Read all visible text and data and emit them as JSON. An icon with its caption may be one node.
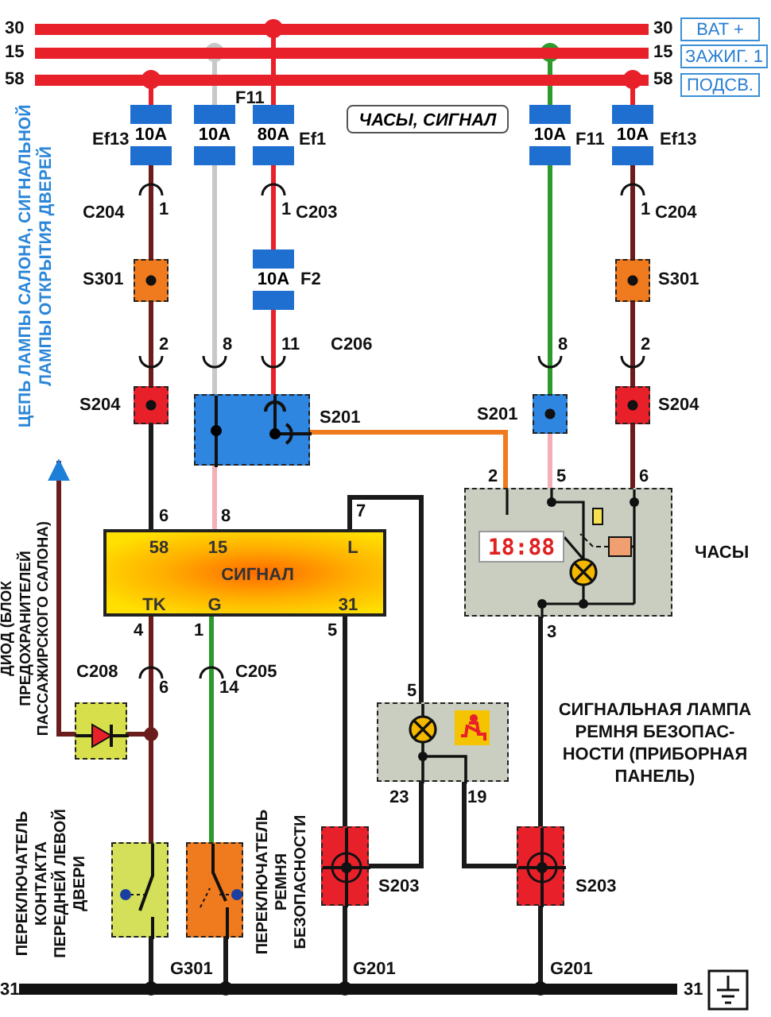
{
  "diagram": {
    "nodes": [
      {
        "text": [
          "10A"
        ],
        "beside": [
          "Ef13"
        ]
      },
      {
        "text": [
          "10A"
        ],
        "beside": [
          "F11"
        ]
      },
      {
        "text": [
          "80A"
        ],
        "beside": [
          "Ef1"
        ]
      },
      {
        "text": [
          "10A"
        ],
        "beside": [
          "F11"
        ]
      },
      {
        "text": [
          "10A"
        ],
        "beside": [
          "Ef13"
        ]
      },
      {
        "text": [
          "10A"
        ],
        "beside": [
          "F2"
        ]
      },
      {
        "text": [],
        "shape": "box",
        "beside": [
          "S301"
        ]
      },
      {
        "text": [],
        "shape": "box",
        "beside": [
          "S301"
        ]
      },
      {
        "text": [],
        "shape": "box",
        "beside": [
          "S204"
        ]
      },
      {
        "text": [],
        "shape": "box",
        "beside": [
          "S204"
        ]
      },
      {
        "text": [],
        "shape": "box",
        "beside": [
          "S201"
        ]
      },
      {
        "text": [],
        "shape": "box",
        "beside": [
          "S201"
        ]
      },
      {
        "text": [
          "58",
          "15",
          "L",
          "СИГНАЛ",
          "TK",
          "G",
          "31"
        ]
      },
      {
        "text": [
          "18:88"
        ],
        "beside": [
          "ЧАСЫ"
        ]
      },
      {
        "text": [],
        "shape": "box",
        "beside": [
          "ДИОД (БЛОК ПРЕДОХРАНИТЕЛЕЙ ПАССАЖИРСКОГО САЛОНА)"
        ]
      },
      {
        "text": [],
        "shape": "box",
        "beside": [
          "СИГНАЛЬНАЯ ЛАМПА РЕМНЯ БЕЗОПАС- НОСТИ (ПРИБОРНАЯ ПАНЕЛЬ)"
        ]
      },
      {
        "text": [],
        "shape": "box"
      },
      {
        "text": [],
        "shape": "box",
        "beside": [
          "ПЕРЕКЛЮЧАТЕЛЬ РЕМНЯ БЕЗОПАСНОСТИ"
        ]
      },
      {
        "text": [],
        "shape": "box",
        "beside": [
          "S203"
        ]
      },
      {
        "text": [],
        "shape": "box",
        "beside": [
          "S203"
        ]
      },
      {
        "text": [],
        "shape": "bar"
      },
      {
        "text": [],
        "shape": "bar"
      },
      {
        "text": [],
        "shape": "bar"
      },
      {
        "text": [],
        "shape": "bar"
      },
      {
        "text": [
          "ЧАСЫ, СИГНАЛ"
        ]
      },
      {
        "text": [
          "BAT +"
        ]
      },
      {
        "text": [
          "ЗАЖИГ. 1"
        ]
      },
      {
        "text": [
          "ПОДСВ."
        ]
      },
      {
        "text": [
          "ЦЕПЬ ЛАМПЫ САЛОНА, СИГНАЛЬНОЙ ЛАМПЫ ОТКРЫТИЯ ДВЕРЕЙ"
        ]
      }
    ],
    "edges": [
      {
        "from": 22,
        "to": 0,
        "arrow": "other",
        "color": "#e8202a"
      },
      {
        "from": 21,
        "to": 1,
        "arrow": "other",
        "color": "#c8c8c8"
      },
      {
        "from": 20,
        "to": 2,
        "arrow": "other",
        "color": "#e8202a"
      },
      {
        "from": 21,
        "to": 3,
        "arrow": "other",
        "color": "#2e9a2e"
      },
      {
        "from": 22,
        "to": 4,
        "arrow": "other",
        "color": "#e8202a"
      },
      {
        "from": 0,
        "to": 6,
        "arrow": "none",
        "color": "#6b1c1c"
      },
      {
        "from": 2,
        "to": 5,
        "arrow": "none",
        "color": "#e8202a"
      },
      {
        "from": 6,
        "to": 8,
        "arrow": "none",
        "color": "#6b1c1c"
      },
      {
        "from": 1,
        "to": 10,
        "arrow": "none",
        "color": "#c8c8c8"
      },
      {
        "from": 5,
        "to": 10,
        "arrow": "none",
        "color": "#e8202a"
      },
      {
        "from": 3,
        "to": 11,
        "arrow": "none",
        "color": "#2e9a2e"
      },
      {
        "from": 4,
        "to": 7,
        "arrow": "none",
        "color": "#6b1c1c"
      },
      {
        "from": 7,
        "to": 9,
        "arrow": "none",
        "color": "#6b1c1c"
      },
      {
        "from": 10,
        "to": 13,
        "arrow": "none",
        "color": "#f07a1e"
      },
      {
        "from": 11,
        "to": 13,
        "arrow": "none",
        "color": "#f4b0b8"
      },
      {
        "from": 9,
        "to": 13,
        "arrow": "none",
        "color": "#6b1c1c"
      },
      {
        "from": 8,
        "to": 12,
        "arrow": "none"
      },
      {
        "from": 10,
        "to": 12,
        "arrow": "none",
        "color": "#f4b0b8"
      },
      {
        "from": 12,
        "to": 15,
        "arrow": "none"
      },
      {
        "from": 12,
        "to": 18,
        "arrow": "none"
      },
      {
        "from": 12,
        "to": 16,
        "arrow": "none",
        "color": "#6b1c1c"
      },
      {
        "from": 12,
        "to": 17,
        "arrow": "none",
        "color": "#2e9a2e"
      },
      {
        "from": 14,
        "to": 16,
        "arrow": "none",
        "color": "#6b1c1c"
      },
      {
        "from": 14,
        "to": 28,
        "arrow": "to",
        "color": "#6b1c1c"
      },
      {
        "from": 13,
        "to": 19,
        "arrow": "none"
      },
      {
        "from": 15,
        "to": 18,
        "arrow": "none"
      },
      {
        "from": 15,
        "to": 19,
        "arrow": "none"
      },
      {
        "from": 16,
        "to": 23,
        "arrow": "none"
      },
      {
        "from": 17,
        "to": 23,
        "arrow": "none"
      },
      {
        "from": 18,
        "to": 23,
        "arrow": "none"
      },
      {
        "from": 19,
        "to": 23,
        "arrow": "none"
      }
    ],
    "labels": [
      "30",
      "30",
      "15",
      "15",
      "58",
      "58",
      "C204",
      "1",
      "1",
      "C203",
      "1",
      "C204",
      "2",
      "8",
      "11",
      "C206",
      "8",
      "2",
      "6",
      "8",
      "7",
      "2",
      "5",
      "6",
      "4",
      "1",
      "5",
      "3",
      "C208",
      "6",
      "14",
      "C205",
      "5",
      "23",
      "19",
      "ПЕРЕКЛЮЧАТЕЛЬ КОНТАКТА ПЕРЕДНЕЙ ЛЕВОЙ ДВЕРИ",
      "G301",
      "G201",
      "G201",
      "31",
      "31"
    ]
  }
}
